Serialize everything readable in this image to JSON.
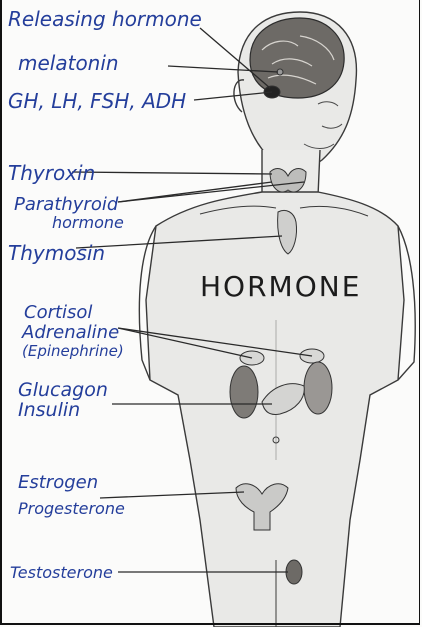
{
  "heading": "HORMONE",
  "colors": {
    "ink": "#243e9b",
    "pencil": "#2b2b2b",
    "paper": "#fbfbfa"
  },
  "labels": {
    "releasing": "Releasing hormone",
    "melatonin": "melatonin",
    "pituitary": "GH, LH, FSH, ADH",
    "thyroxin": "Thyroxin",
    "parathyroid_1": "Parathyroid",
    "parathyroid_2": "hormone",
    "thymosin": "Thymosin",
    "cortisol": "Cortisol",
    "adrenaline": "Adrenaline",
    "epinephrine": "(Epinephrine)",
    "glucagon": "Glucagon",
    "insulin": "Insulin",
    "estrogen": "Estrogen",
    "progesterone": "Progesterone",
    "testosterone": "Testosterone"
  }
}
